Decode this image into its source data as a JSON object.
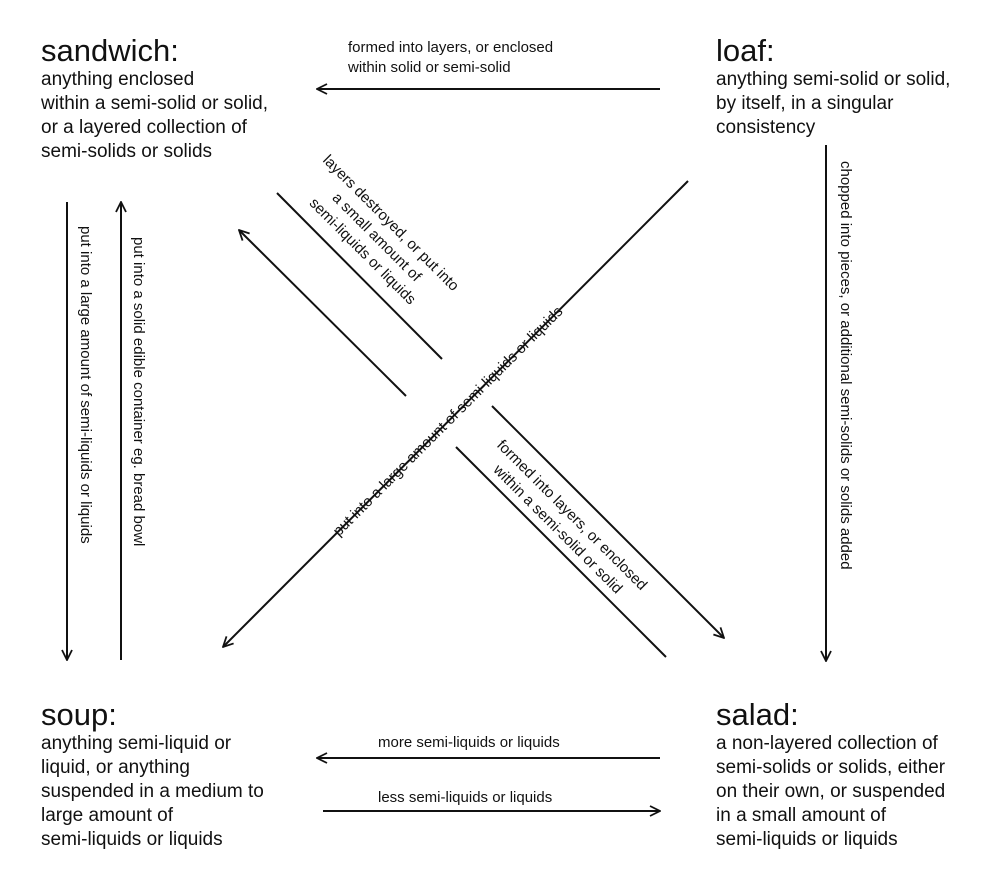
{
  "nodes": {
    "sandwich": {
      "title": "sandwich:",
      "description": "anything enclosed\nwithin a semi-solid or solid,\nor a layered collection of\nsemi-solids or solids"
    },
    "loaf": {
      "title": "loaf:",
      "description": "anything semi-solid or solid,\nby itself, in a singular\nconsistency"
    },
    "soup": {
      "title": "soup:",
      "description": "anything semi-liquid or\nliquid, or anything\nsuspended in a medium to\nlarge amount of\nsemi-liquids or liquids"
    },
    "salad": {
      "title": "salad:",
      "description": "a non-layered collection of\nsemi-solids or solids, either\non their own, or suspended\nin a small amount of\nsemi-liquids or liquids"
    }
  },
  "edges": [
    {
      "from": "loaf",
      "to": "sandwich",
      "label": "formed into layers, or enclosed\nwithin solid or semi-solid"
    },
    {
      "from": "loaf",
      "to": "salad",
      "label": "chopped into pieces, or additional semi-solids or solids added"
    },
    {
      "from": "loaf",
      "to": "soup",
      "label": "put into a large amount of semi-liquids or liquids"
    },
    {
      "from": "salad",
      "to": "sandwich",
      "label": "layers destroyed, or put into\na small amount of\nsemi-liquids or liquids"
    },
    {
      "from": "soup",
      "to": "salad",
      "label": "formed into layers, or enclosed\nwithin a semi-solid or solid"
    },
    {
      "from": "sandwich",
      "to": "soup",
      "label": "put into a large amount of semi-liquids or liquids"
    },
    {
      "from": "soup",
      "to": "sandwich",
      "label": "put into a solid edible container eg. bread bowl"
    },
    {
      "from": "salad",
      "to": "soup",
      "label": "more semi-liquids or liquids"
    },
    {
      "from": "soup",
      "to": "salad",
      "label": "less semi-liquids or liquids"
    }
  ],
  "colors": {
    "line": "#111111",
    "text": "#111111",
    "background": "#ffffff"
  }
}
